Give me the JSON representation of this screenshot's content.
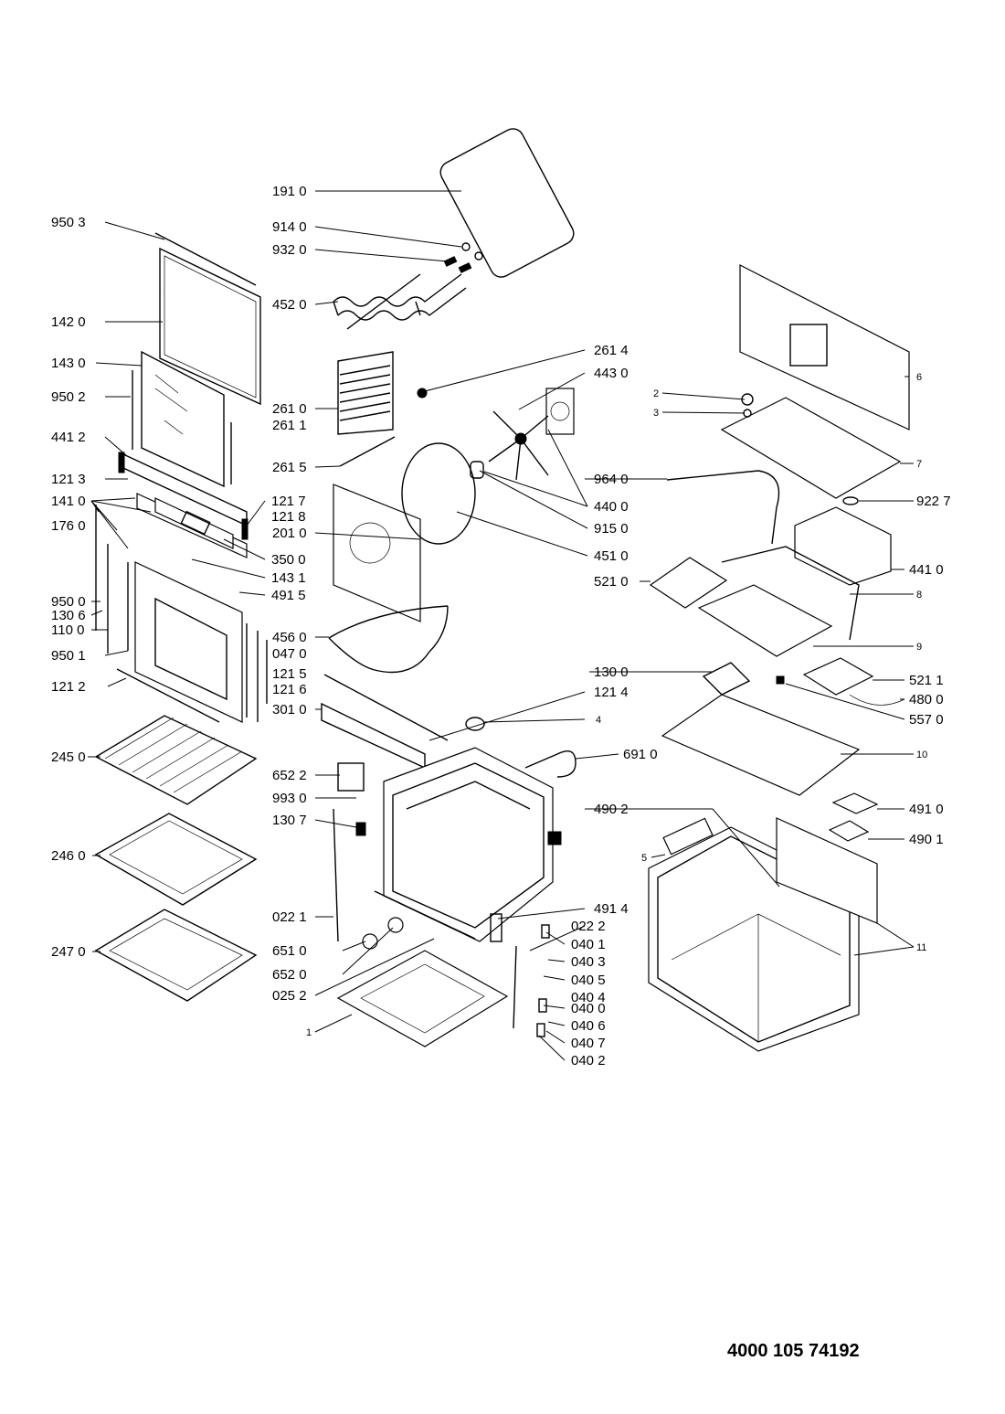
{
  "document_number": "4000 105 74192",
  "labels": [
    {
      "text": "191 0"
    },
    {
      "text": "950 3"
    },
    {
      "text": "914 0"
    },
    {
      "text": "932 0"
    },
    {
      "text": "452 0"
    },
    {
      "text": "142 0"
    },
    {
      "text": "261 4"
    },
    {
      "text": "143 0"
    },
    {
      "text": "443 0"
    },
    {
      "text": "950 2"
    },
    {
      "text": "261 0"
    },
    {
      "text": "261 1"
    },
    {
      "text": "441 2"
    },
    {
      "text": "261 5"
    },
    {
      "text": "121 3"
    },
    {
      "text": "141 0"
    },
    {
      "text": "121 7"
    },
    {
      "text": "121 8"
    },
    {
      "text": "176 0"
    },
    {
      "text": "201 0"
    },
    {
      "text": "350 0"
    },
    {
      "text": "143 1"
    },
    {
      "text": "491 5"
    },
    {
      "text": "950 0"
    },
    {
      "text": "130 6"
    },
    {
      "text": "110 0"
    },
    {
      "text": "456 0"
    },
    {
      "text": "047 0"
    },
    {
      "text": "950 1"
    },
    {
      "text": "121 5"
    },
    {
      "text": "121 6"
    },
    {
      "text": "121 2"
    },
    {
      "text": "301 0"
    },
    {
      "text": "245 0"
    },
    {
      "text": "652 2"
    },
    {
      "text": "993 0"
    },
    {
      "text": "130 7"
    },
    {
      "text": "246 0"
    },
    {
      "text": "022 1"
    },
    {
      "text": "651 0"
    },
    {
      "text": "247 0"
    },
    {
      "text": "652 0"
    },
    {
      "text": "025 2"
    },
    {
      "text": "1"
    },
    {
      "text": "964 0"
    },
    {
      "text": "440 0"
    },
    {
      "text": "915 0"
    },
    {
      "text": "451 0"
    },
    {
      "text": "521 0"
    },
    {
      "text": "130 0"
    },
    {
      "text": "121 4"
    },
    {
      "text": "4"
    },
    {
      "text": "691 0"
    },
    {
      "text": "490 2"
    },
    {
      "text": "491 4"
    },
    {
      "text": "022 2"
    },
    {
      "text": "040 1"
    },
    {
      "text": "040 3"
    },
    {
      "text": "040 5"
    },
    {
      "text": "040 4"
    },
    {
      "text": "040 0"
    },
    {
      "text": "040 6"
    },
    {
      "text": "040 7"
    },
    {
      "text": "040 2"
    },
    {
      "text": "6"
    },
    {
      "text": "2"
    },
    {
      "text": "3"
    },
    {
      "text": "7"
    },
    {
      "text": "922 7"
    },
    {
      "text": "441 0"
    },
    {
      "text": "8"
    },
    {
      "text": "9"
    },
    {
      "text": "521 1"
    },
    {
      "text": "480 0"
    },
    {
      "text": "557 0"
    },
    {
      "text": "10"
    },
    {
      "text": "491 0"
    },
    {
      "text": "490 1"
    },
    {
      "text": "5"
    },
    {
      "text": "11"
    }
  ]
}
